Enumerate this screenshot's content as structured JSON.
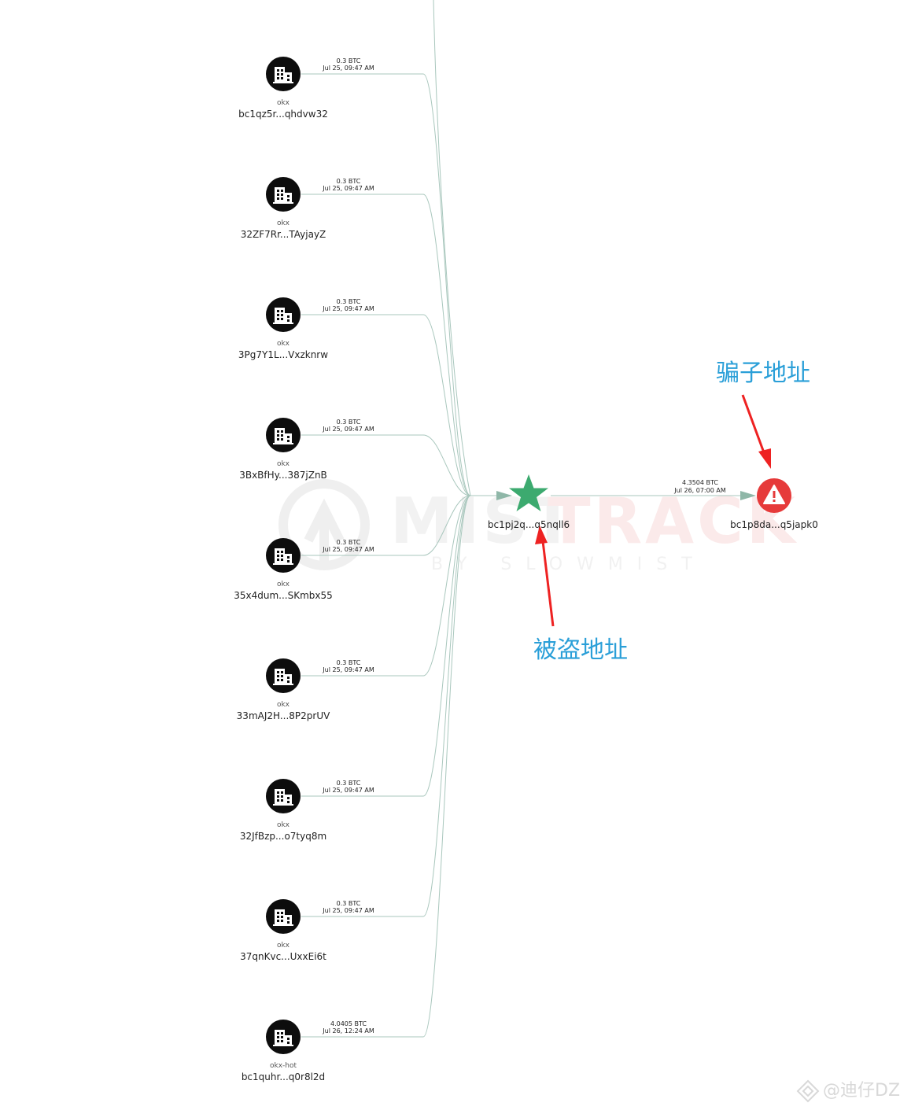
{
  "watermark": {
    "brand_left": "MIST",
    "brand_right": "TRACK",
    "byline": "BY SLOWMIST"
  },
  "credit": {
    "text": "@迪仔DZ"
  },
  "colors": {
    "edge": "#a9c7bd",
    "exchange_node": "#0d0d0d",
    "victim_star": "#3caa6f",
    "risk_node": "#e63a3a",
    "annotation_text": "#2a9fd8",
    "annotation_arrow": "#ee2222"
  },
  "source_nodes": [
    {
      "icon": "exchange-building-icon",
      "tag": "okx",
      "address": "bc1qz5r...qhdvw32",
      "edge_amount": "0.3 BTC",
      "edge_time": "Jul 25, 09:47 AM"
    },
    {
      "icon": "exchange-building-icon",
      "tag": "okx",
      "address": "32ZF7Rr...TAyjayZ",
      "edge_amount": "0.3 BTC",
      "edge_time": "Jul 25, 09:47 AM"
    },
    {
      "icon": "exchange-building-icon",
      "tag": "okx",
      "address": "3Pg7Y1L...Vxzknrw",
      "edge_amount": "0.3 BTC",
      "edge_time": "Jul 25, 09:47 AM"
    },
    {
      "icon": "exchange-building-icon",
      "tag": "okx",
      "address": "3BxBfHy...387jZnB",
      "edge_amount": "0.3 BTC",
      "edge_time": "Jul 25, 09:47 AM"
    },
    {
      "icon": "exchange-building-icon",
      "tag": "okx",
      "address": "35x4dum...SKmbx55",
      "edge_amount": "0.3 BTC",
      "edge_time": "Jul 25, 09:47 AM"
    },
    {
      "icon": "exchange-building-icon",
      "tag": "okx",
      "address": "33mAJ2H...8P2prUV",
      "edge_amount": "0.3 BTC",
      "edge_time": "Jul 25, 09:47 AM"
    },
    {
      "icon": "exchange-building-icon",
      "tag": "okx",
      "address": "32JfBzp...o7tyq8m",
      "edge_amount": "0.3 BTC",
      "edge_time": "Jul 25, 09:47 AM"
    },
    {
      "icon": "exchange-building-icon",
      "tag": "okx",
      "address": "37qnKvc...UxxEi6t",
      "edge_amount": "0.3 BTC",
      "edge_time": "Jul 25, 09:47 AM"
    },
    {
      "icon": "exchange-building-icon",
      "tag": "okx-hot",
      "address": "bc1quhr...q0r8l2d",
      "edge_amount": "4.0405 BTC",
      "edge_time": "Jul 26, 12:24 AM"
    }
  ],
  "victim_node": {
    "icon": "star-icon",
    "address": "bc1pj2q...q5nqll6",
    "annotation": "被盗地址"
  },
  "scammer_node": {
    "icon": "warning-icon",
    "address": "bc1p8da...q5japk0",
    "annotation": "骗子地址",
    "edge_amount": "4.3504 BTC",
    "edge_time": "Jul 26, 07:00 AM"
  }
}
